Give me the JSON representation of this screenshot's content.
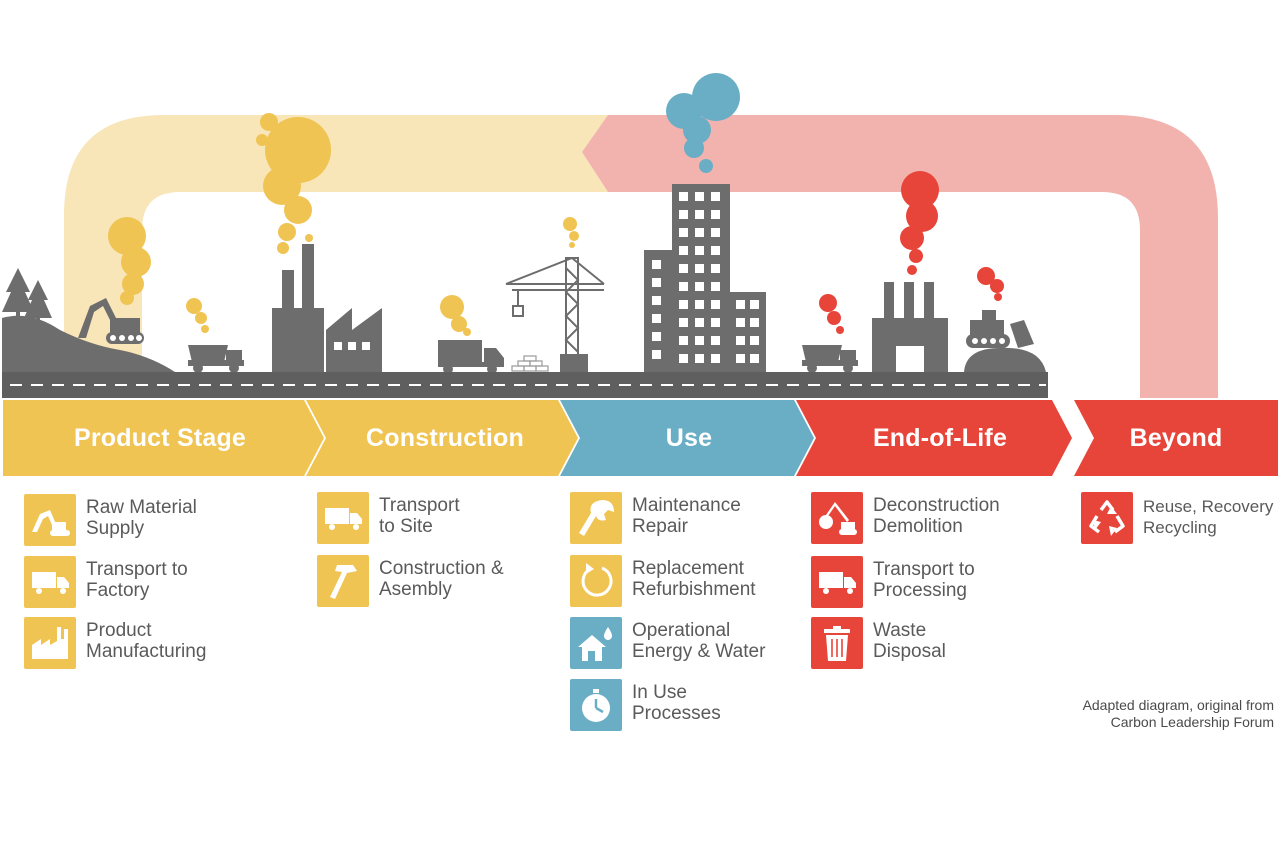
{
  "colors": {
    "yellow": "#f0c453",
    "yellow_light": "#f8e5b8",
    "blue": "#6aaec6",
    "red": "#e8453a",
    "pink": "#f2b3ae",
    "gray": "#6d6d6d",
    "road": "#5f5f5f"
  },
  "stages": [
    {
      "label": "Product Stage"
    },
    {
      "label": "Construction"
    },
    {
      "label": "Use"
    },
    {
      "label": "End-of-Life"
    },
    {
      "label": "Beyond"
    }
  ],
  "product_items": [
    {
      "label": "Raw Material\nSupply",
      "icon": "excavator-icon"
    },
    {
      "label": "Transport to\nFactory",
      "icon": "truck-icon"
    },
    {
      "label": "Product\nManufacturing",
      "icon": "factory-icon"
    }
  ],
  "construction_items": [
    {
      "label": "Transport\nto Site",
      "icon": "truck-icon"
    },
    {
      "label": "Construction &\nAsembly",
      "icon": "hammer-icon"
    }
  ],
  "use_items": [
    {
      "label": "Maintenance\nRepair",
      "icon": "wrench-icon"
    },
    {
      "label": "Replacement\nRefurbishment",
      "icon": "refresh-icon"
    },
    {
      "label": "Operational\nEnergy & Water",
      "icon": "house-water-icon"
    },
    {
      "label": "In Use\nProcesses",
      "icon": "stopwatch-icon"
    }
  ],
  "eol_items": [
    {
      "label": "Deconstruction\nDemolition",
      "icon": "wrecking-ball-icon"
    },
    {
      "label": "Transport to\nProcessing",
      "icon": "truck-icon"
    },
    {
      "label": "Waste\nDisposal",
      "icon": "trash-can-icon"
    }
  ],
  "beyond_items": [
    {
      "label": "Reuse, Recovery\nRecycling",
      "icon": "recycle-icon"
    }
  ],
  "credit": "Adapted diagram, original from\nCarbon Leadership Forum"
}
